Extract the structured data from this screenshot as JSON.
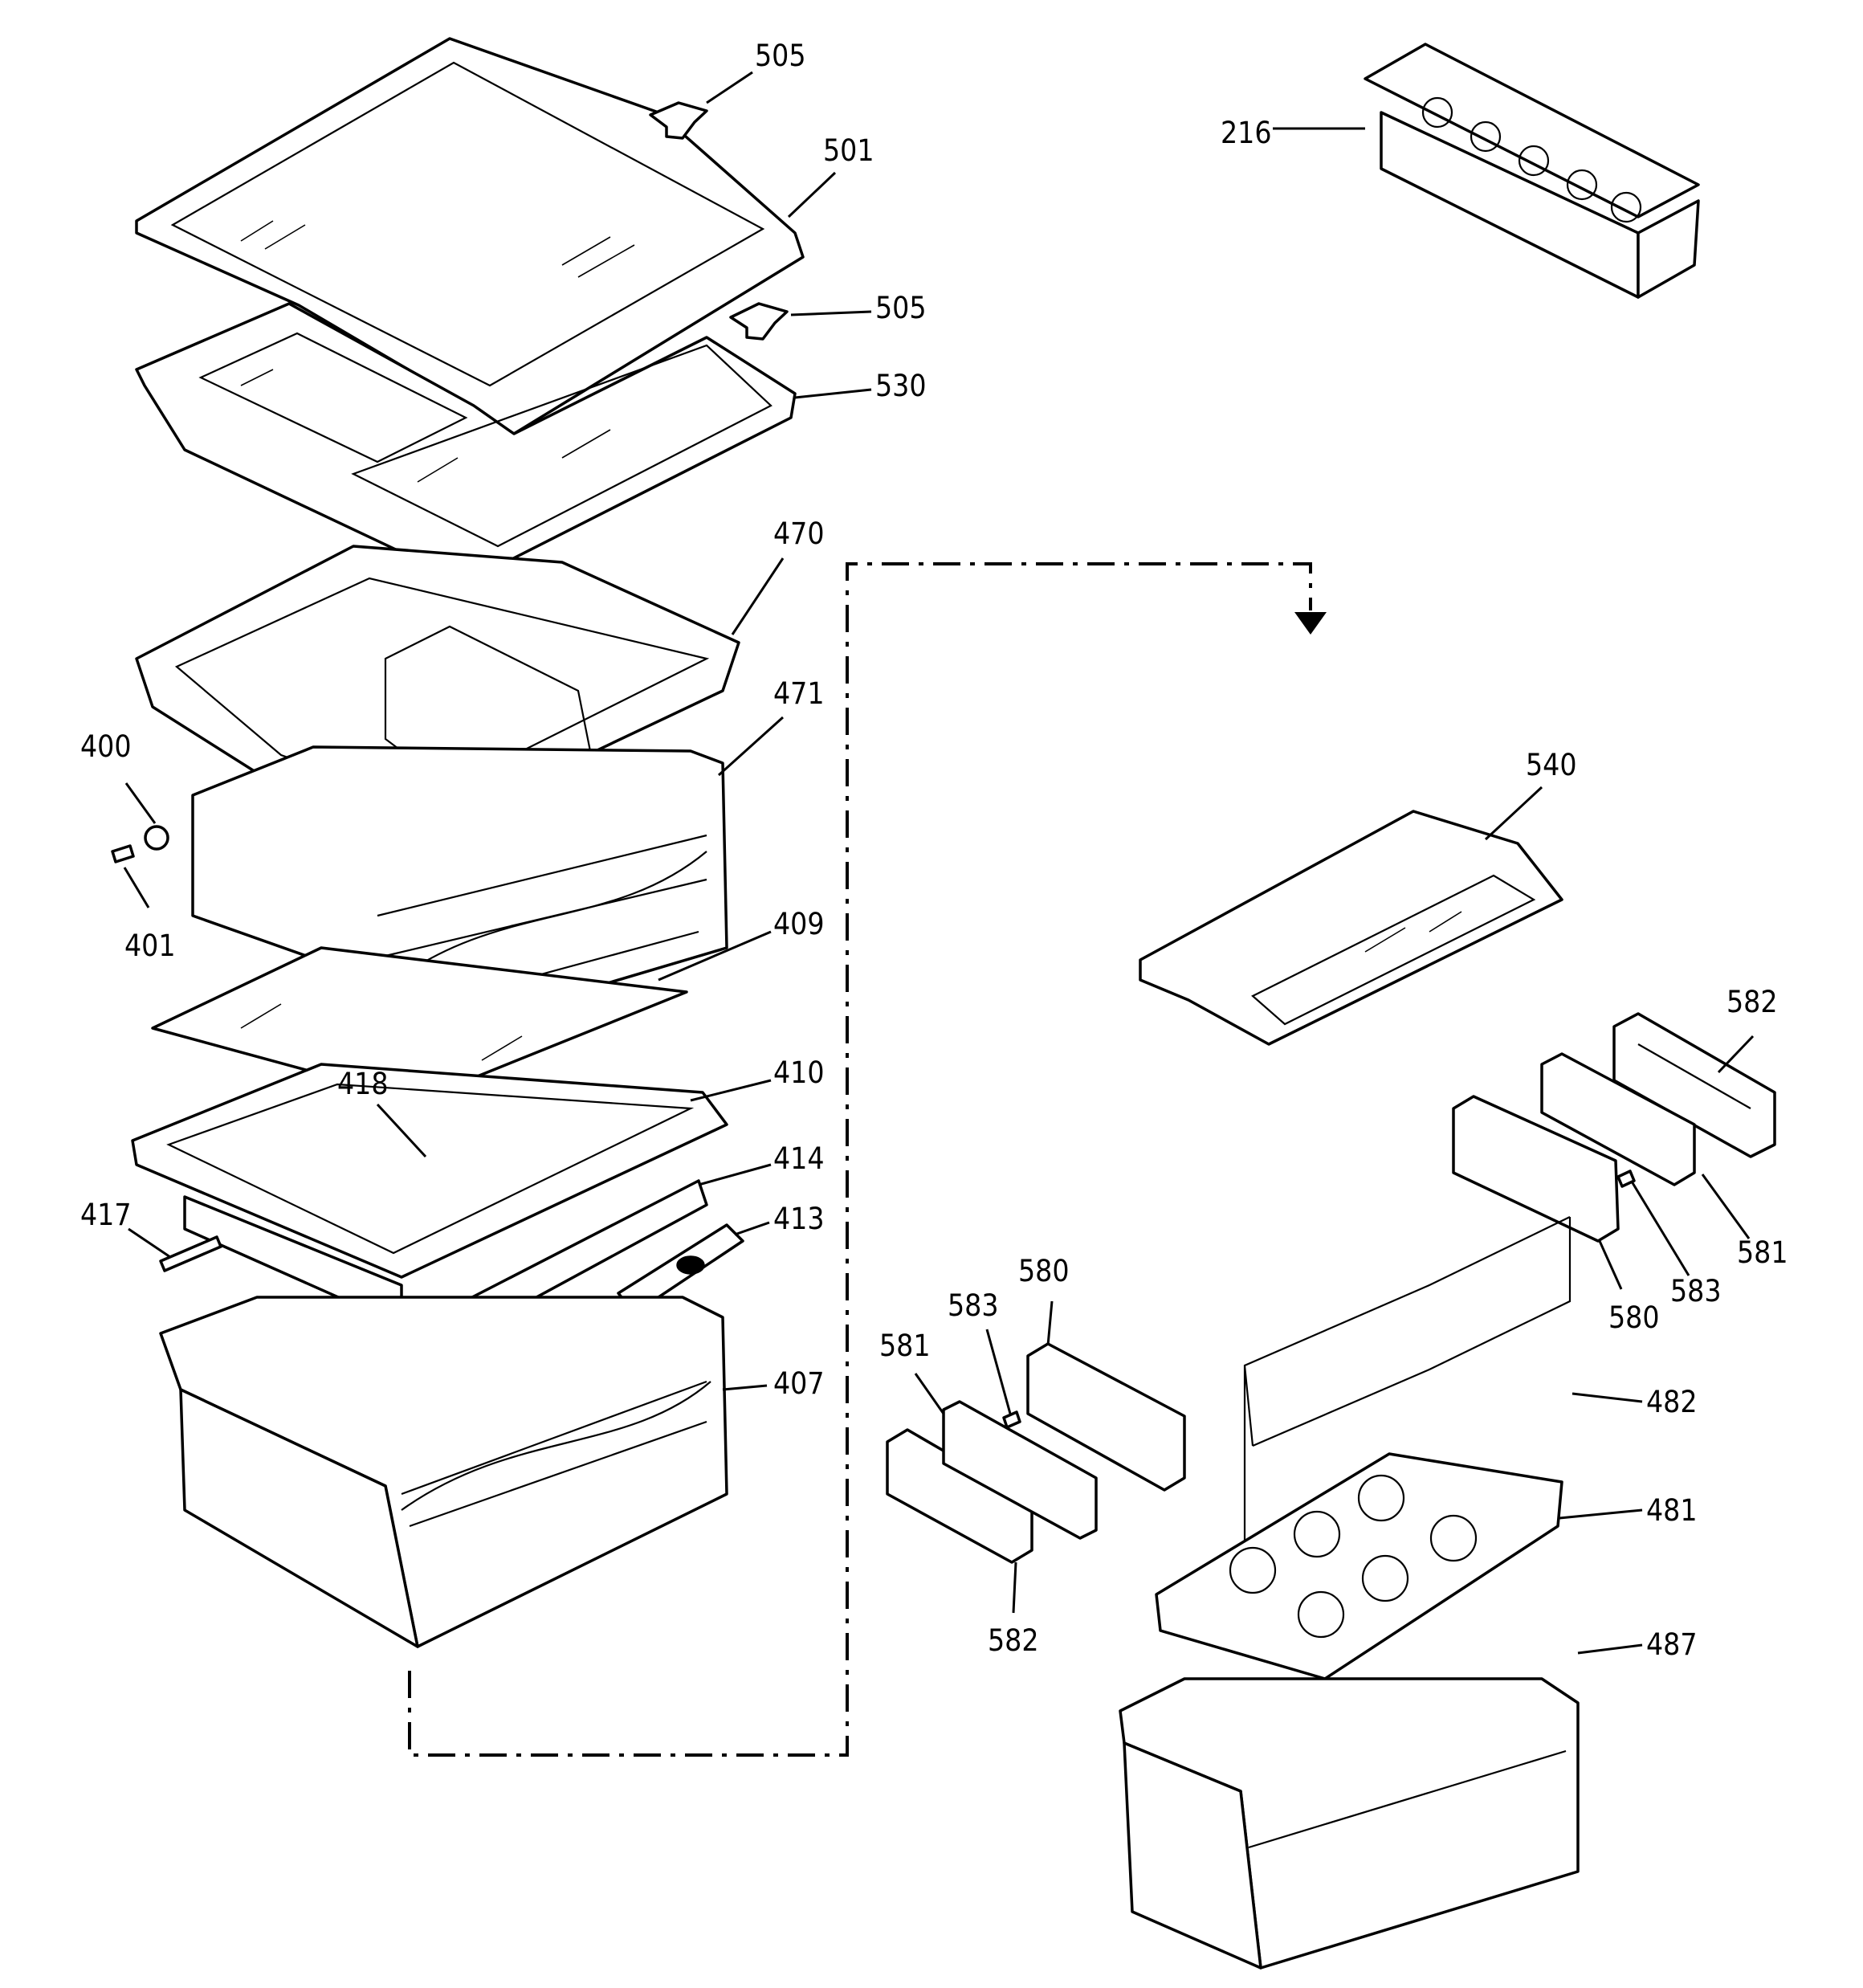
{
  "colors": {
    "line": "#000000",
    "background": "#ffffff"
  },
  "callouts": [
    {
      "label": "505"
    },
    {
      "label": "501"
    },
    {
      "label": "505"
    },
    {
      "label": "530"
    },
    {
      "label": "216"
    },
    {
      "label": "470"
    },
    {
      "label": "471"
    },
    {
      "label": "400"
    },
    {
      "label": "401"
    },
    {
      "label": "409"
    },
    {
      "label": "418"
    },
    {
      "label": "410"
    },
    {
      "label": "414"
    },
    {
      "label": "417"
    },
    {
      "label": "413"
    },
    {
      "label": "407"
    },
    {
      "label": "540"
    },
    {
      "label": "582"
    },
    {
      "label": "581"
    },
    {
      "label": "583"
    },
    {
      "label": "580"
    },
    {
      "label": "482"
    },
    {
      "label": "481"
    },
    {
      "label": "487"
    },
    {
      "label": "580"
    },
    {
      "label": "583"
    },
    {
      "label": "581"
    },
    {
      "label": "582"
    }
  ]
}
